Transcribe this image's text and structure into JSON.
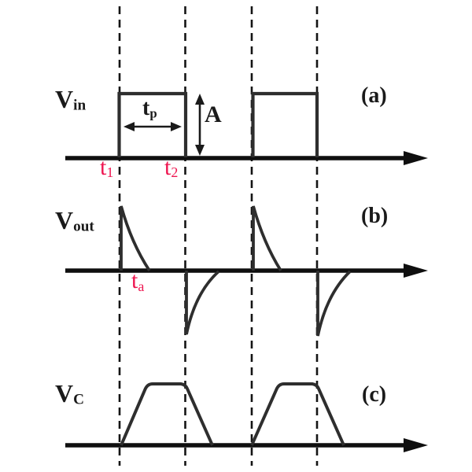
{
  "figure_title": "RC differentiator input and output waveforms",
  "labels": {
    "vin_main": "V",
    "vin_sub": "in",
    "vout_main": "V",
    "vout_sub": "out",
    "vc_main": "V",
    "vc_sub": "C",
    "tp_main": "t",
    "tp_sub": "p",
    "amplitude": "A",
    "tag_a": "(a)",
    "tag_b": "(b)",
    "tag_c": "(c)",
    "t1_main": "t",
    "t1_sub": "1",
    "t2_main": "t",
    "t2_sub": "2",
    "ta_main": "t",
    "ta_sub": "a"
  },
  "colors": {
    "background": "#ffffff",
    "waveform": "#2e2e2e",
    "axis": "#0f0f0f",
    "dashed_line": "#141414",
    "time_marker_red": "#ee1650",
    "text": "#1a1a1a"
  },
  "waveform_data": {
    "type": "timing-diagram",
    "time_gridlines": [
      "t1",
      "t2",
      "t3 (unlabeled)",
      "t4 (unlabeled)"
    ],
    "panels": [
      {
        "tag": "(a)",
        "signal": "Vin",
        "shape": "rectangular pulse train",
        "pulse_amplitude": "A",
        "pulse_width": "tp",
        "events": [
          "rising edge at t1",
          "falling edge at t2",
          "second pulse between gridlines 3 and 4"
        ]
      },
      {
        "tag": "(b)",
        "signal": "Vout",
        "shape": "differentiated output",
        "events": [
          "positive exponential spike at t1 decaying to zero at ta",
          "negative exponential spike at t2 recovering to zero",
          "pattern repeats at gridlines 3 and 4"
        ]
      },
      {
        "tag": "(c)",
        "signal": "VC",
        "shape": "capacitor voltage trapezoid",
        "events": [
          "charges from t1 to plateau",
          "plateau until t2",
          "discharges to zero after t2",
          "repeats for second pulse"
        ]
      }
    ]
  }
}
